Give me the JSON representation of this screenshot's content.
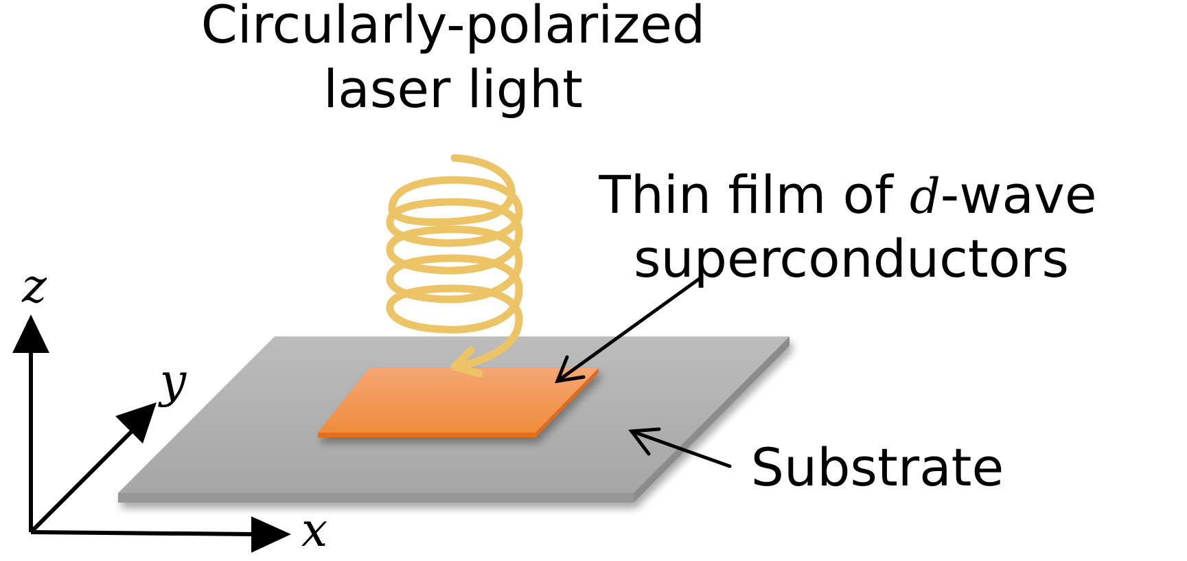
{
  "title": {
    "line1": "Circularly-polarized",
    "line2": "laser light"
  },
  "film_label": {
    "line1_prefix": "Thin film of ",
    "line1_symbol": "d",
    "line1_suffix": "-wave",
    "line2": "superconductors"
  },
  "substrate_label": "Substrate",
  "axes": {
    "x": "x",
    "y": "y",
    "z": "z"
  },
  "colors": {
    "laser": "#ecc466",
    "film_top": "#f3974f",
    "film_edge": "#e4701f",
    "substrate_top": "#b2b2b2",
    "substrate_edge": "#8f8f8f",
    "arrows": "#000000"
  }
}
